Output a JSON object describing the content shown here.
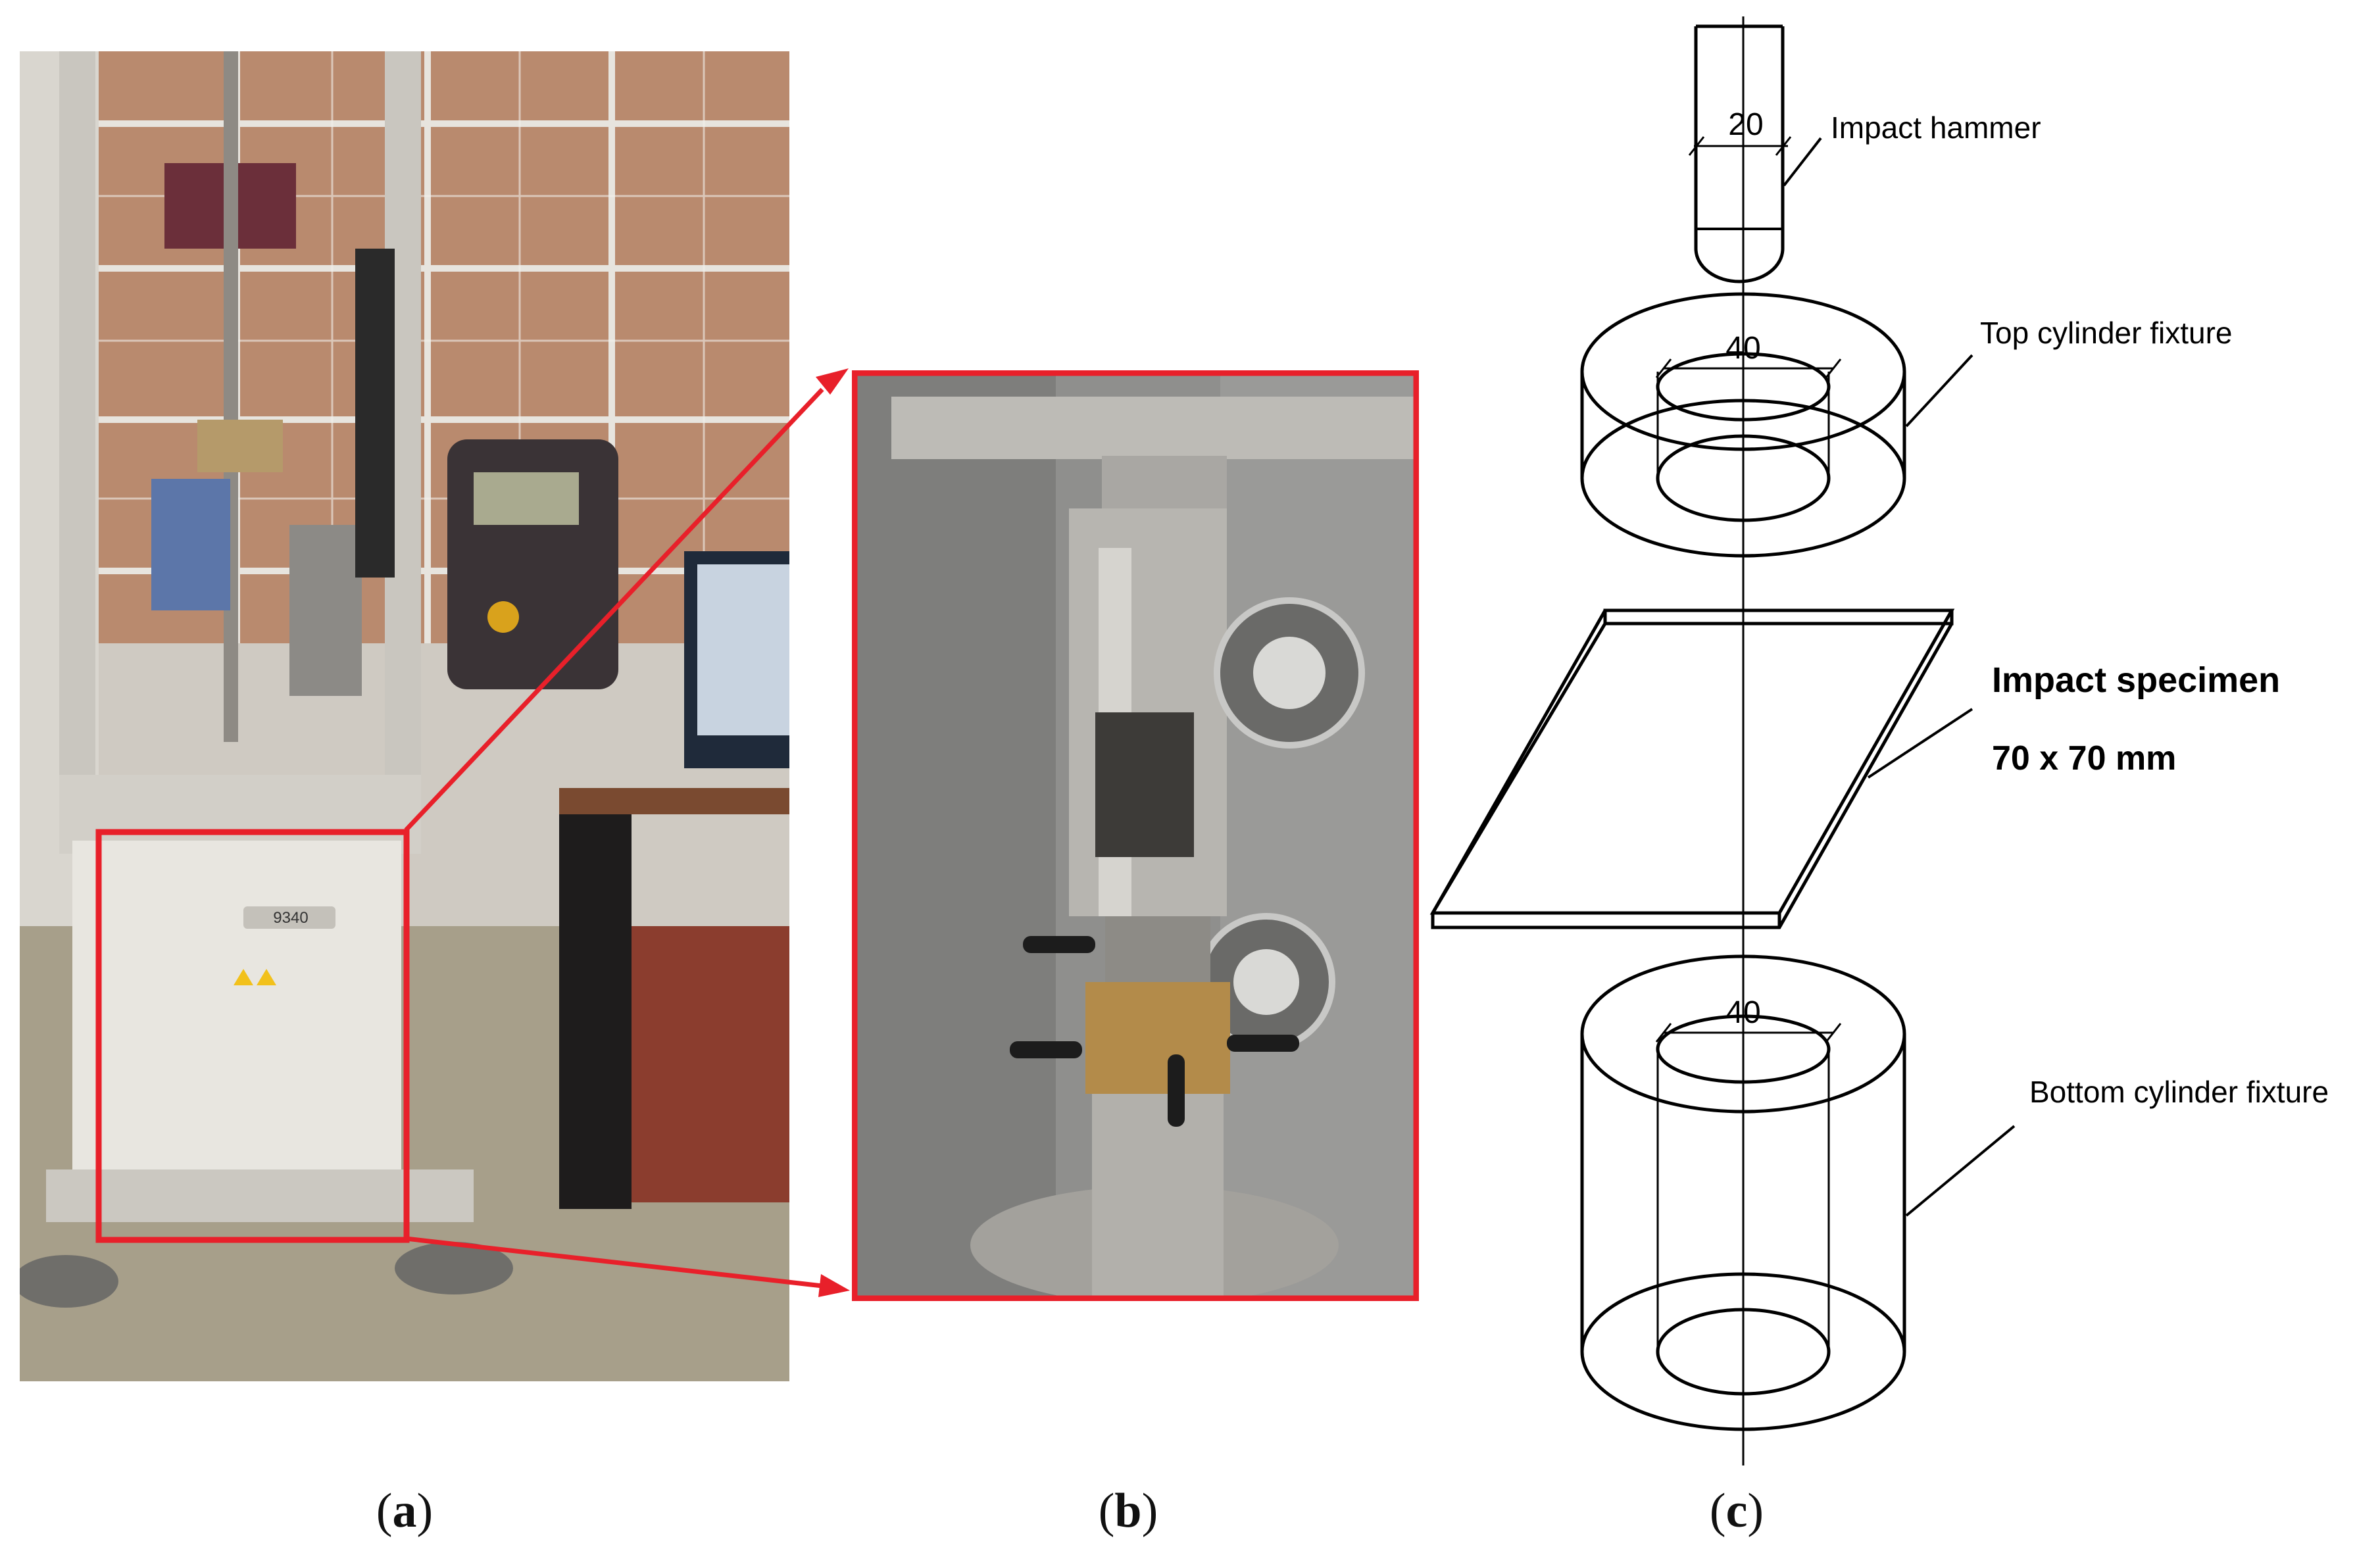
{
  "figure": {
    "panels": [
      {
        "id": "a",
        "letter": "a",
        "content": "photo"
      },
      {
        "id": "b",
        "letter": "b",
        "content": "photo"
      },
      {
        "id": "c",
        "letter": "c",
        "content": "schematic"
      }
    ],
    "machine_badge": "9340",
    "highlight_color": "#e8202a"
  },
  "schematic": {
    "impact_hammer": {
      "label": "Impact hammer",
      "dimension": "20"
    },
    "top_fixture": {
      "label": "Top cylinder fixture",
      "dimension": "40"
    },
    "specimen": {
      "label": "Impact specimen",
      "size": "70 x 70 mm"
    },
    "bottom_fixture": {
      "label": "Bottom cylinder fixture",
      "dimension": "40"
    }
  }
}
